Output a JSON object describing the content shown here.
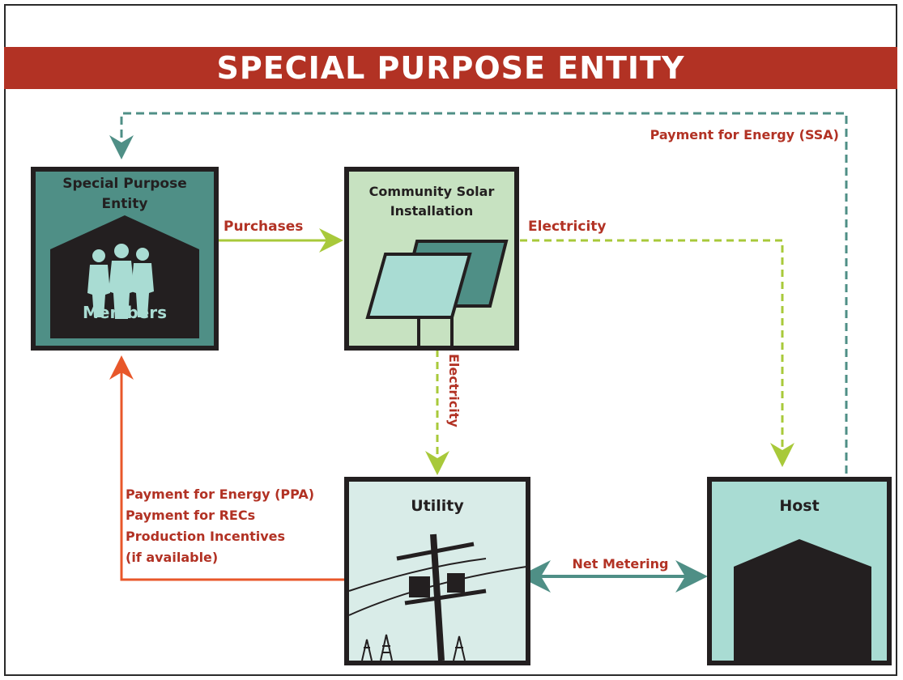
{
  "banner": {
    "title": "SPECIAL PURPOSE ENTITY"
  },
  "colors": {
    "banner": "#b23224",
    "label_red": "#b23224",
    "teal": "#4f8f86",
    "lime": "#a8c93a",
    "orange": "#e8572a",
    "dark": "#231f20",
    "spe_fill": "#4f8f86",
    "solar_fill": "#c7e2c1",
    "utility_fill": "#d9ece8",
    "host_fill": "#a9dcd3"
  },
  "nodes": {
    "spe": {
      "title_line1": "Special Purpose",
      "title_line2": "Entity",
      "members": "Members"
    },
    "solar": {
      "title_line1": "Community Solar",
      "title_line2": "Installation"
    },
    "utility": {
      "title": "Utility"
    },
    "host": {
      "title": "Host"
    }
  },
  "edges": {
    "purchases": "Purchases",
    "electricity_to_host": "Electricity",
    "electricity_to_utility": "Electricity",
    "payment_ssa": "Payment for Energy (SSA)",
    "net_metering": "Net Metering",
    "payments_to_spe": [
      "Payment for Energy (PPA)",
      "Payment for RECs",
      "Production Incentives",
      "(if available)"
    ]
  }
}
